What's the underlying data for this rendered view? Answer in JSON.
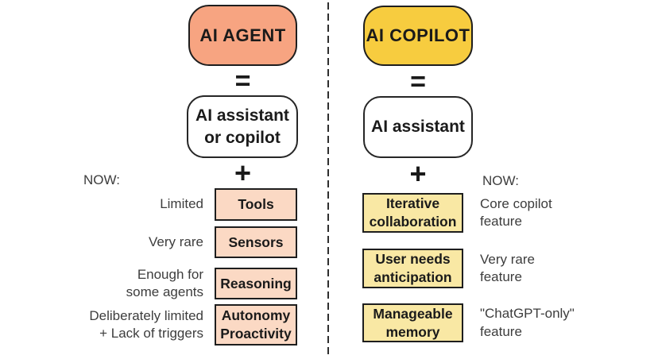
{
  "left": {
    "title": "AI AGENT",
    "equals": "=",
    "base": "AI assistant\nor copilot",
    "plus": "+",
    "now": "NOW:",
    "rows": [
      {
        "note": "Limited",
        "label": "Tools"
      },
      {
        "note": "Very rare",
        "label": "Sensors"
      },
      {
        "note": "Enough for\nsome agents",
        "label": "Reasoning"
      },
      {
        "note": "Deliberately limited\n+ Lack of triggers",
        "label": "Autonomy\nProactivity"
      }
    ]
  },
  "right": {
    "title": "AI COPILOT",
    "equals": "=",
    "base": "AI assistant",
    "plus": "+",
    "now": "NOW:",
    "rows": [
      {
        "label": "Iterative\ncollaboration",
        "note": "Core copilot\nfeature"
      },
      {
        "label": "User needs\nanticipation",
        "note": "Very rare\nfeature"
      },
      {
        "label": "Manageable\nmemory",
        "note": "\"ChatGPT-only\"\nfeature"
      }
    ]
  },
  "colors": {
    "agent_fill": "#F7A481",
    "copilot_fill": "#F7CC3F",
    "agent_row_fill": "#FBD9C4",
    "copilot_row_fill": "#F9E8A4",
    "box_border": "#1E1E1E",
    "note_text": "#3D3D3D",
    "divider": "#2E2E2E"
  }
}
